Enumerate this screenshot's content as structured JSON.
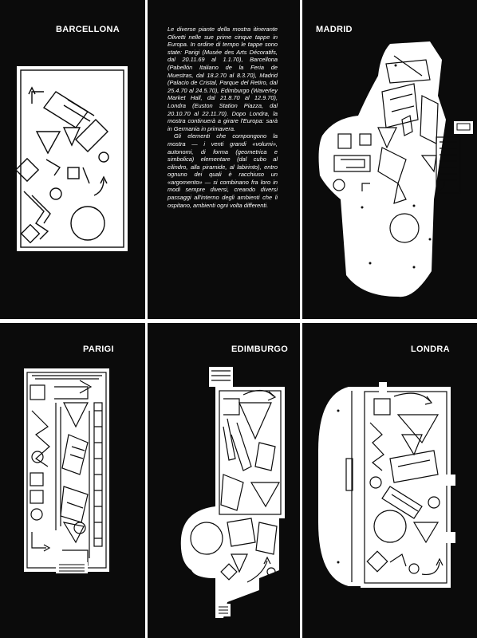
{
  "colors": {
    "panel_bg": "#0b0b0b",
    "plan_fill": "#ffffff",
    "ink": "#0b0b0b"
  },
  "panels": {
    "barcellona": {
      "title": "BARCELLONA"
    },
    "madrid": {
      "title": "MADRID"
    },
    "parigi": {
      "title": "PARIGI"
    },
    "edimburgo": {
      "title": "EDIMBURGO"
    },
    "londra": {
      "title": "LONDRA"
    }
  },
  "caption": {
    "paragraph_1": "Le diverse piante della mostra itinerante Olivetti nelle sue prime cinque tappe in Europa. In ordine di tempo le tappe sono state: Parigi (Musée des Arts Décoratifs, dal 20.11.69 al 1.1.70), Barcellona (Pabellón Italiano de la Feria de Muestras, dal 18.2.70 al 8.3.70), Madrid (Palacio de Cristal, Parque del Retiro, dal 25.4.70 al 24.5.70), Edimburgo (Waverley Market Hall, dal 21.8.70 al 12.9.70), Londra (Euston Station Piazza, dal 20.10.70 al 22.11.70). Dopo Londra, la mostra continuerà a girare l'Europa: sarà in Germania in primavera.",
    "paragraph_2": "Gli elementi che compongono la mostra — i venti grandi «volumi», autonomi, di forma (geometrica e simbolica) elementare (dal cubo al cilindro, alla piramide, al labirinto), entro ognuno dei quali è racchiuso un «argomento» — si combinano fra loro in modi sempre diversi, creando diversi passaggi all'interno degli ambienti che li ospitano, ambienti ogni volta differenti."
  }
}
